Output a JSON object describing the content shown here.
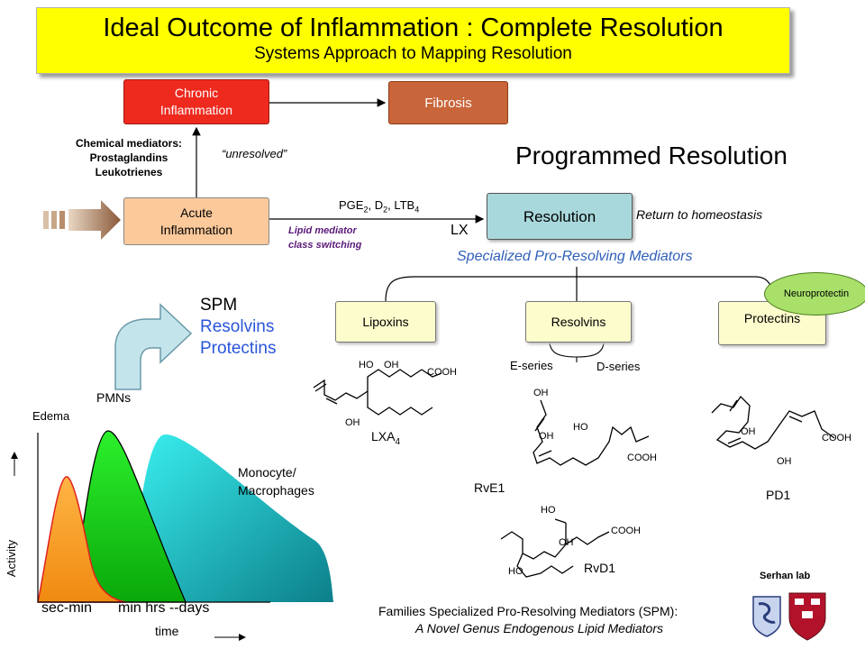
{
  "title": {
    "main": "Ideal Outcome of Inflammation : Complete Resolution",
    "sub": "Systems Approach to Mapping Resolution"
  },
  "flow": {
    "chronic": "Chronic\nInflammation",
    "fibrosis": "Fibrosis",
    "acute": "Acute\nInflammation",
    "resolution": "Resolution",
    "unresolved": "“unresolved”",
    "chem_mediators": [
      "Chemical mediators:",
      "Prostaglandins",
      "Leukotrienes"
    ],
    "pge_prefix": "PGE",
    "pge_sub": "2",
    "d_prefix": ", D",
    "d_sub": "2",
    "ltb_prefix": ", LTB",
    "ltb_sub": "4",
    "lipid_switch": [
      "Lipid mediator",
      "class switching"
    ],
    "lx": "LX",
    "homeostasis": "Return to homeostasis",
    "programmed": "Programmed Resolution",
    "spm_heading": "Specialized Pro-Resolving Mediators"
  },
  "families": {
    "lipoxins": "Lipoxins",
    "resolvins": "Resolvins",
    "protectins": "Protectins",
    "neuroprotectin": "Neuroprotectin",
    "e_series": "E-series",
    "d_series": "D-series"
  },
  "molecules": {
    "lxa4_label": "LXA",
    "lxa4_sub": "4",
    "rve1": "RvE1",
    "rvd1": "RvD1",
    "pd1": "PD1",
    "ho": "HO",
    "oh": "OH",
    "cooh": "COOH"
  },
  "spm_list": [
    "SPM",
    "Resolvins",
    "Protectins"
  ],
  "activity_chart": {
    "y_label": "Activity",
    "x_label": "time",
    "x_ticks": [
      "sec-min",
      "min hrs --days"
    ],
    "curves": [
      "Edema",
      "PMNs",
      "Monocyte/",
      "Macrophages"
    ],
    "colors": {
      "edema": "#f7a030",
      "pmns": "#1ee01e",
      "mono": "#29d6d6"
    }
  },
  "footer": {
    "line1": "Families Specialized Pro-Resolving Mediators (SPM):",
    "line2": "A Novel Genus Endogenous Lipid Mediators",
    "lab": "Serhan lab"
  }
}
